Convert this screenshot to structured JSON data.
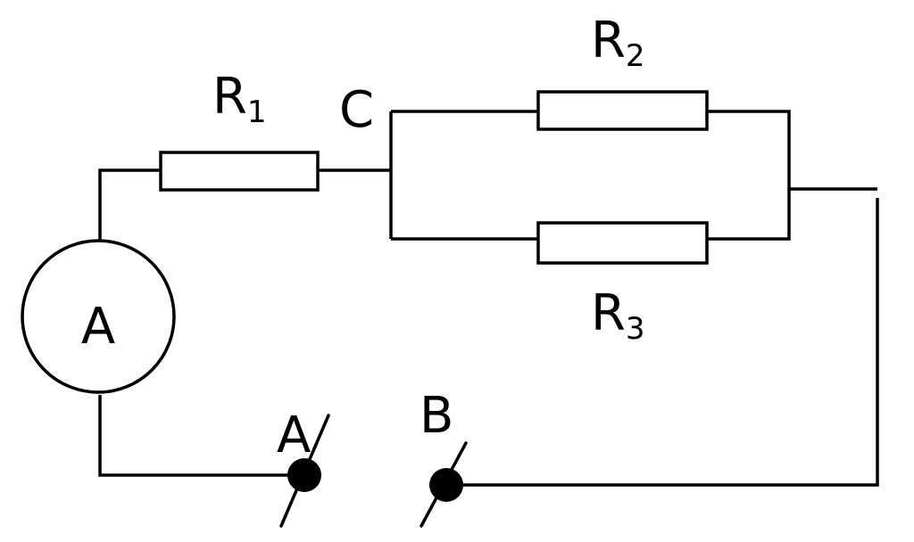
{
  "colors": {
    "line": "#000000",
    "fill": "#ffffff",
    "text": "#000000"
  },
  "labels": {
    "r1": {
      "letter": "R",
      "sub": "1"
    },
    "r2": {
      "letter": "R",
      "sub": "2"
    },
    "r3": {
      "letter": "R",
      "sub": "3"
    },
    "node_c": "C",
    "ammeter": "A",
    "terminal_a": "A",
    "terminal_b": "B"
  }
}
